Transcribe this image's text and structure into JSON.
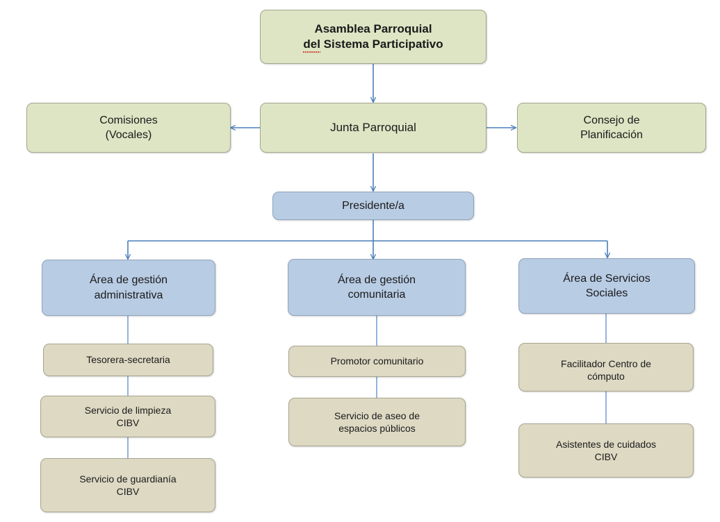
{
  "diagram": {
    "title": "Organigrama GAD Parroquial",
    "type": "org-chart",
    "palette": {
      "green_fill": "#dde5c4",
      "green_border": "#a5a58e",
      "blue_fill": "#b8cce4",
      "blue_border": "#8ea3bb",
      "tan_fill": "#ddd9c3",
      "tan_border": "#a8a48f",
      "connector": "#4a7ebb",
      "text": "#1a1a1a",
      "background": "#ffffff",
      "spellcheck_underline": "#d33a2c"
    },
    "levels": [
      {
        "name": "asamblea",
        "label": "Asamblea  Parroquial\ndel Sistema Participativo"
      },
      {
        "name": "junta",
        "label": "Junta Parroquial"
      },
      {
        "name": "comisiones",
        "label": "Comisiones\n(Vocales)"
      },
      {
        "name": "consejo",
        "label": "Consejo de\nPlanificación"
      },
      {
        "name": "presidente",
        "label": "Presidente/a"
      }
    ],
    "nodes": {
      "asamblea": {
        "label": "Asamblea  Parroquial\ndel Sistema Participativo",
        "line1": "Asamblea  Parroquial",
        "line2_prefix": "del",
        "line2_rest": " Sistema Participativo",
        "color": "green"
      },
      "junta": {
        "label": "Junta Parroquial",
        "color": "green"
      },
      "comisiones": {
        "label": "Comisiones\n(Vocales)",
        "color": "green"
      },
      "consejo": {
        "label": "Consejo de\nPlanificación",
        "color": "green"
      },
      "presidente": {
        "label": "Presidente/a",
        "color": "blue"
      },
      "area_admin": {
        "label": "Área de gestión\nadministrativa",
        "color": "blue"
      },
      "area_comunitaria": {
        "label": "Área de gestión\ncomunitaria",
        "color": "blue"
      },
      "area_social": {
        "label": "Área de Servicios\nSociales",
        "color": "blue"
      },
      "tesorera": {
        "label": "Tesorera-secretaria",
        "color": "tan"
      },
      "limpieza": {
        "label": "Servicio de  limpieza\nCIBV",
        "color": "tan"
      },
      "guardiania": {
        "label": "Servicio de guardianía\nCIBV",
        "color": "tan"
      },
      "promotor": {
        "label": "Promotor comunitario",
        "color": "tan"
      },
      "aseo": {
        "label": "Servicio de aseo de\nespacios públicos",
        "color": "tan"
      },
      "facilitador": {
        "label": "Facilitador Centro de\ncómputo",
        "color": "tan"
      },
      "asistentes": {
        "label": "Asistentes de cuidados\nCIBV",
        "color": "tan"
      }
    },
    "branches": {
      "columns": [
        "Área de gestión administrativa",
        "Área de gestión comunitaria",
        "Área de Servicios Sociales"
      ],
      "column_1_children": [
        "Tesorera-secretaria",
        "Servicio de  limpieza CIBV",
        "Servicio de guardianía CIBV"
      ],
      "column_2_children": [
        "Promotor comunitario",
        "Servicio de aseo de espacios públicos"
      ],
      "column_3_children": [
        "Facilitador Centro de cómputo",
        "Asistentes de cuidados CIBV"
      ]
    }
  }
}
